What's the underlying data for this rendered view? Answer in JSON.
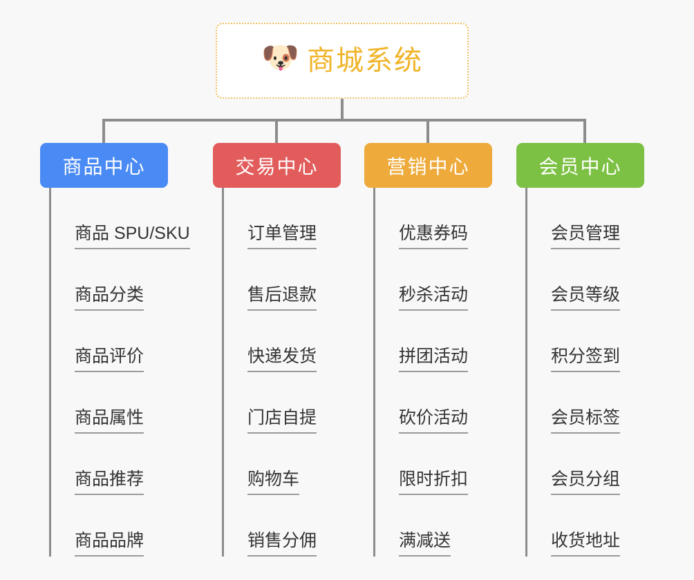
{
  "page": {
    "background_color": "#f8f8f8",
    "line_color": "#8c8c8c",
    "leaf_text_color": "#333333"
  },
  "root": {
    "icon": "dog-face-emoji",
    "emoji": "🐶",
    "title": "商城系统",
    "title_color": "#f0b429",
    "border_color": "#f0c060"
  },
  "branches": [
    {
      "label": "商品中心",
      "color": "#4a8af4",
      "items": [
        "商品 SPU/SKU",
        "商品分类",
        "商品评价",
        "商品属性",
        "商品推荐",
        "商品品牌"
      ]
    },
    {
      "label": "交易中心",
      "color": "#e25c5c",
      "items": [
        "订单管理",
        "售后退款",
        "快递发货",
        "门店自提",
        "购物车",
        "销售分佣"
      ]
    },
    {
      "label": "营销中心",
      "color": "#eeab3c",
      "items": [
        "优惠券码",
        "秒杀活动",
        "拼团活动",
        "砍价活动",
        "限时折扣",
        "满减送"
      ]
    },
    {
      "label": "会员中心",
      "color": "#7cc143",
      "items": [
        "会员管理",
        "会员等级",
        "积分签到",
        "会员标签",
        "会员分组",
        "收货地址"
      ]
    }
  ]
}
